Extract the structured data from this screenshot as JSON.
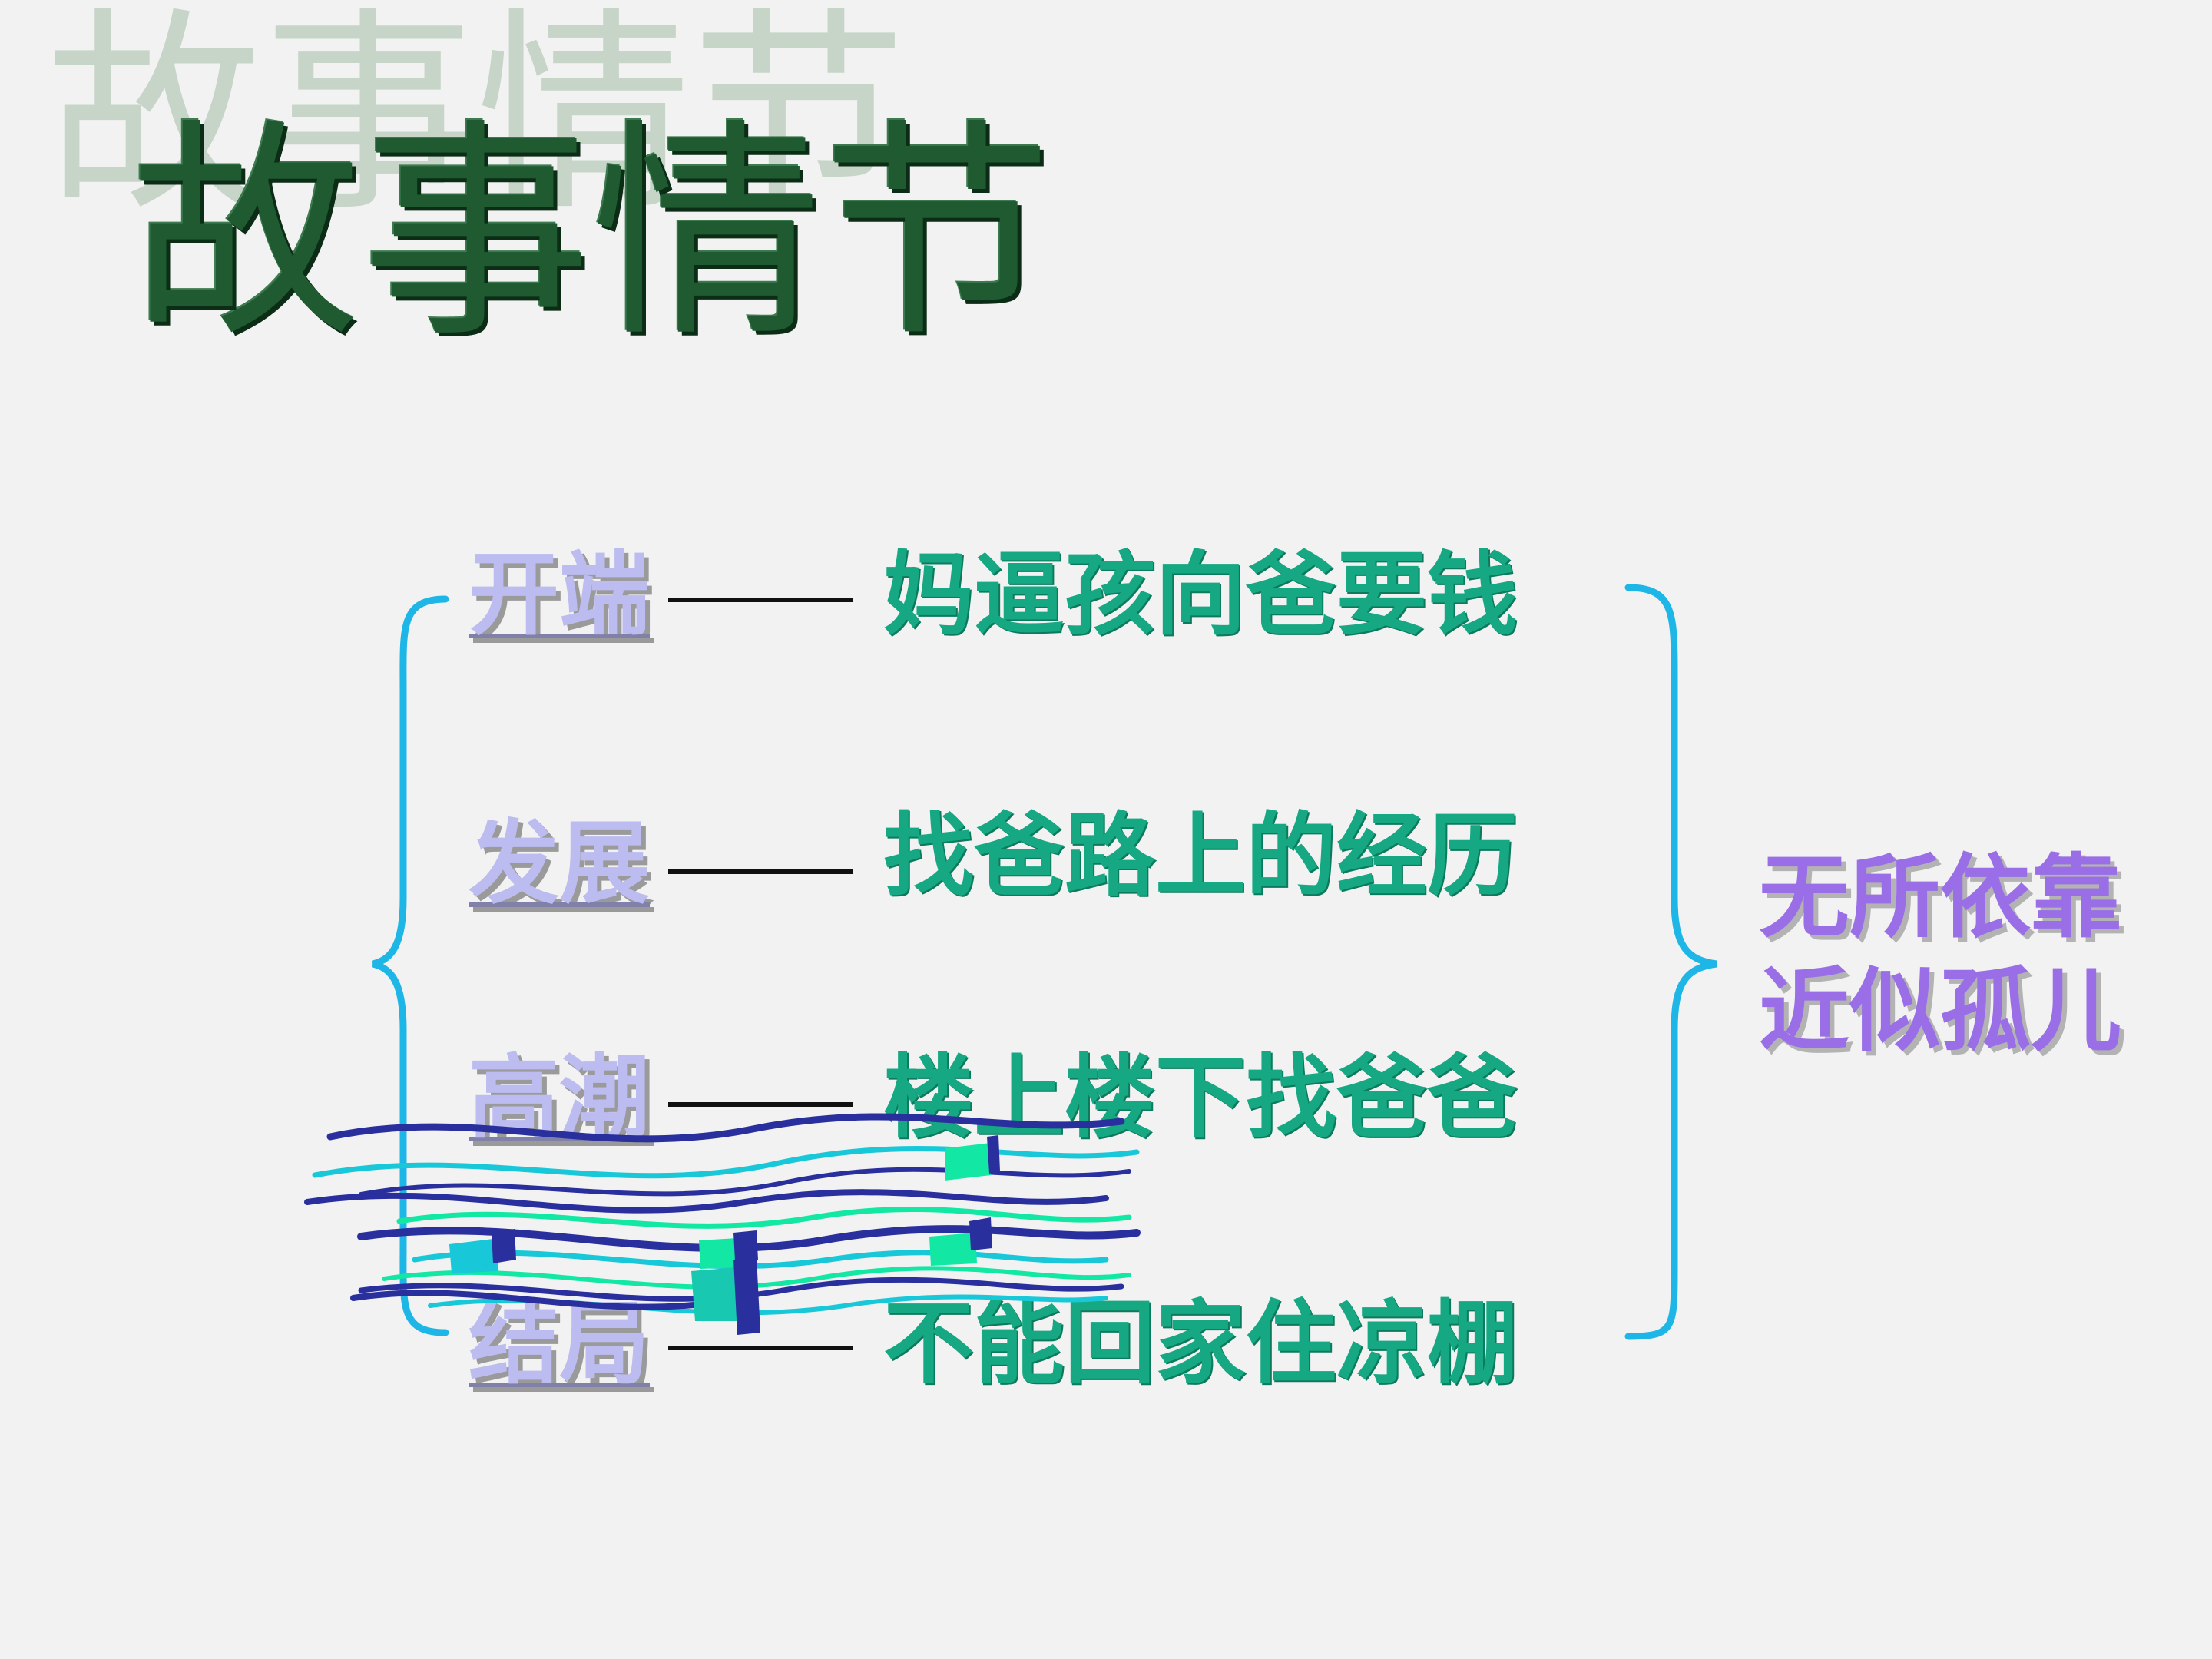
{
  "slide": {
    "title": "故事情节",
    "stages": [
      {
        "label": "开端",
        "dash": "——",
        "event": "妈逼孩向爸要钱"
      },
      {
        "label": "发展",
        "dash": "——",
        "event": "找爸路上的经历"
      },
      {
        "label": "高潮",
        "dash": "——",
        "event": "楼上楼下找爸爸"
      },
      {
        "label": "结局",
        "dash": "——",
        "event": "不能回家住凉棚"
      }
    ],
    "summary": {
      "line1": "无所依靠",
      "line2": "近似孤儿"
    }
  },
  "colors": {
    "background": "#f2f2f2",
    "title": "#1f5a31",
    "title_shadow": "#c7d5c9",
    "stage_label": "#bcbcf0",
    "event_text": "#16a882",
    "summary_text": "#9a6ee6",
    "brace": "#1eb6e6"
  },
  "decoration": {
    "brace_icon": "curly-brace-icon",
    "waves_icon": "wave-ribbons-clipart"
  }
}
